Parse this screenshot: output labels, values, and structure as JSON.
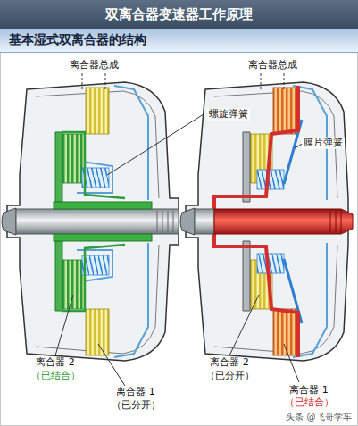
{
  "diagram": {
    "title": "双离合器变速器工作原理",
    "nodes": [
      {
        "text": [
          "基本湿式双离合器的结构"
        ]
      }
    ],
    "labels": [
      "离合器总成",
      "离合器总成",
      "螺旋弹簧",
      "膜片弹簧",
      "离合器 2",
      "（已结合）",
      "离合器 2",
      "（已分开）",
      "离合器 1",
      "（已分开）",
      "离合器 1",
      "（已结合）",
      "头条 @飞哥学车"
    ]
  }
}
